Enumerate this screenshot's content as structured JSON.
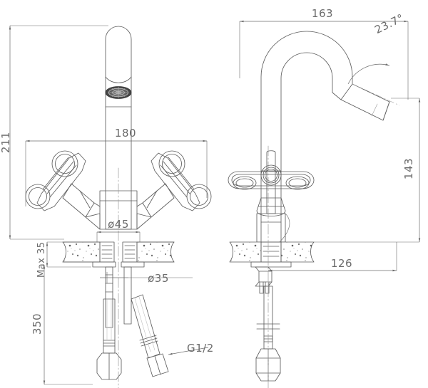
{
  "drawing": {
    "type": "technical-drawing",
    "subject": "Basin mixer tap with cross handles",
    "line_color": "#5d5d5d",
    "dimension_color": "#6b6b6b",
    "hatch_color": "#8a8a8a",
    "background": "#ffffff",
    "views": [
      {
        "id": "front-view",
        "name": "Front elevation"
      },
      {
        "id": "side-view",
        "name": "Side elevation"
      }
    ]
  },
  "dimensions": {
    "front": {
      "overall_height": "211",
      "handle_span": "180",
      "base_diameter": "ø45",
      "hole_diameter": "ø35",
      "countertop_thickness": "Max 35",
      "hose_length": "350",
      "thread_callout": "G1/2"
    },
    "side": {
      "spout_reach": "163",
      "spout_angle": "23.7°",
      "spout_height": "143",
      "projection": "126"
    }
  }
}
